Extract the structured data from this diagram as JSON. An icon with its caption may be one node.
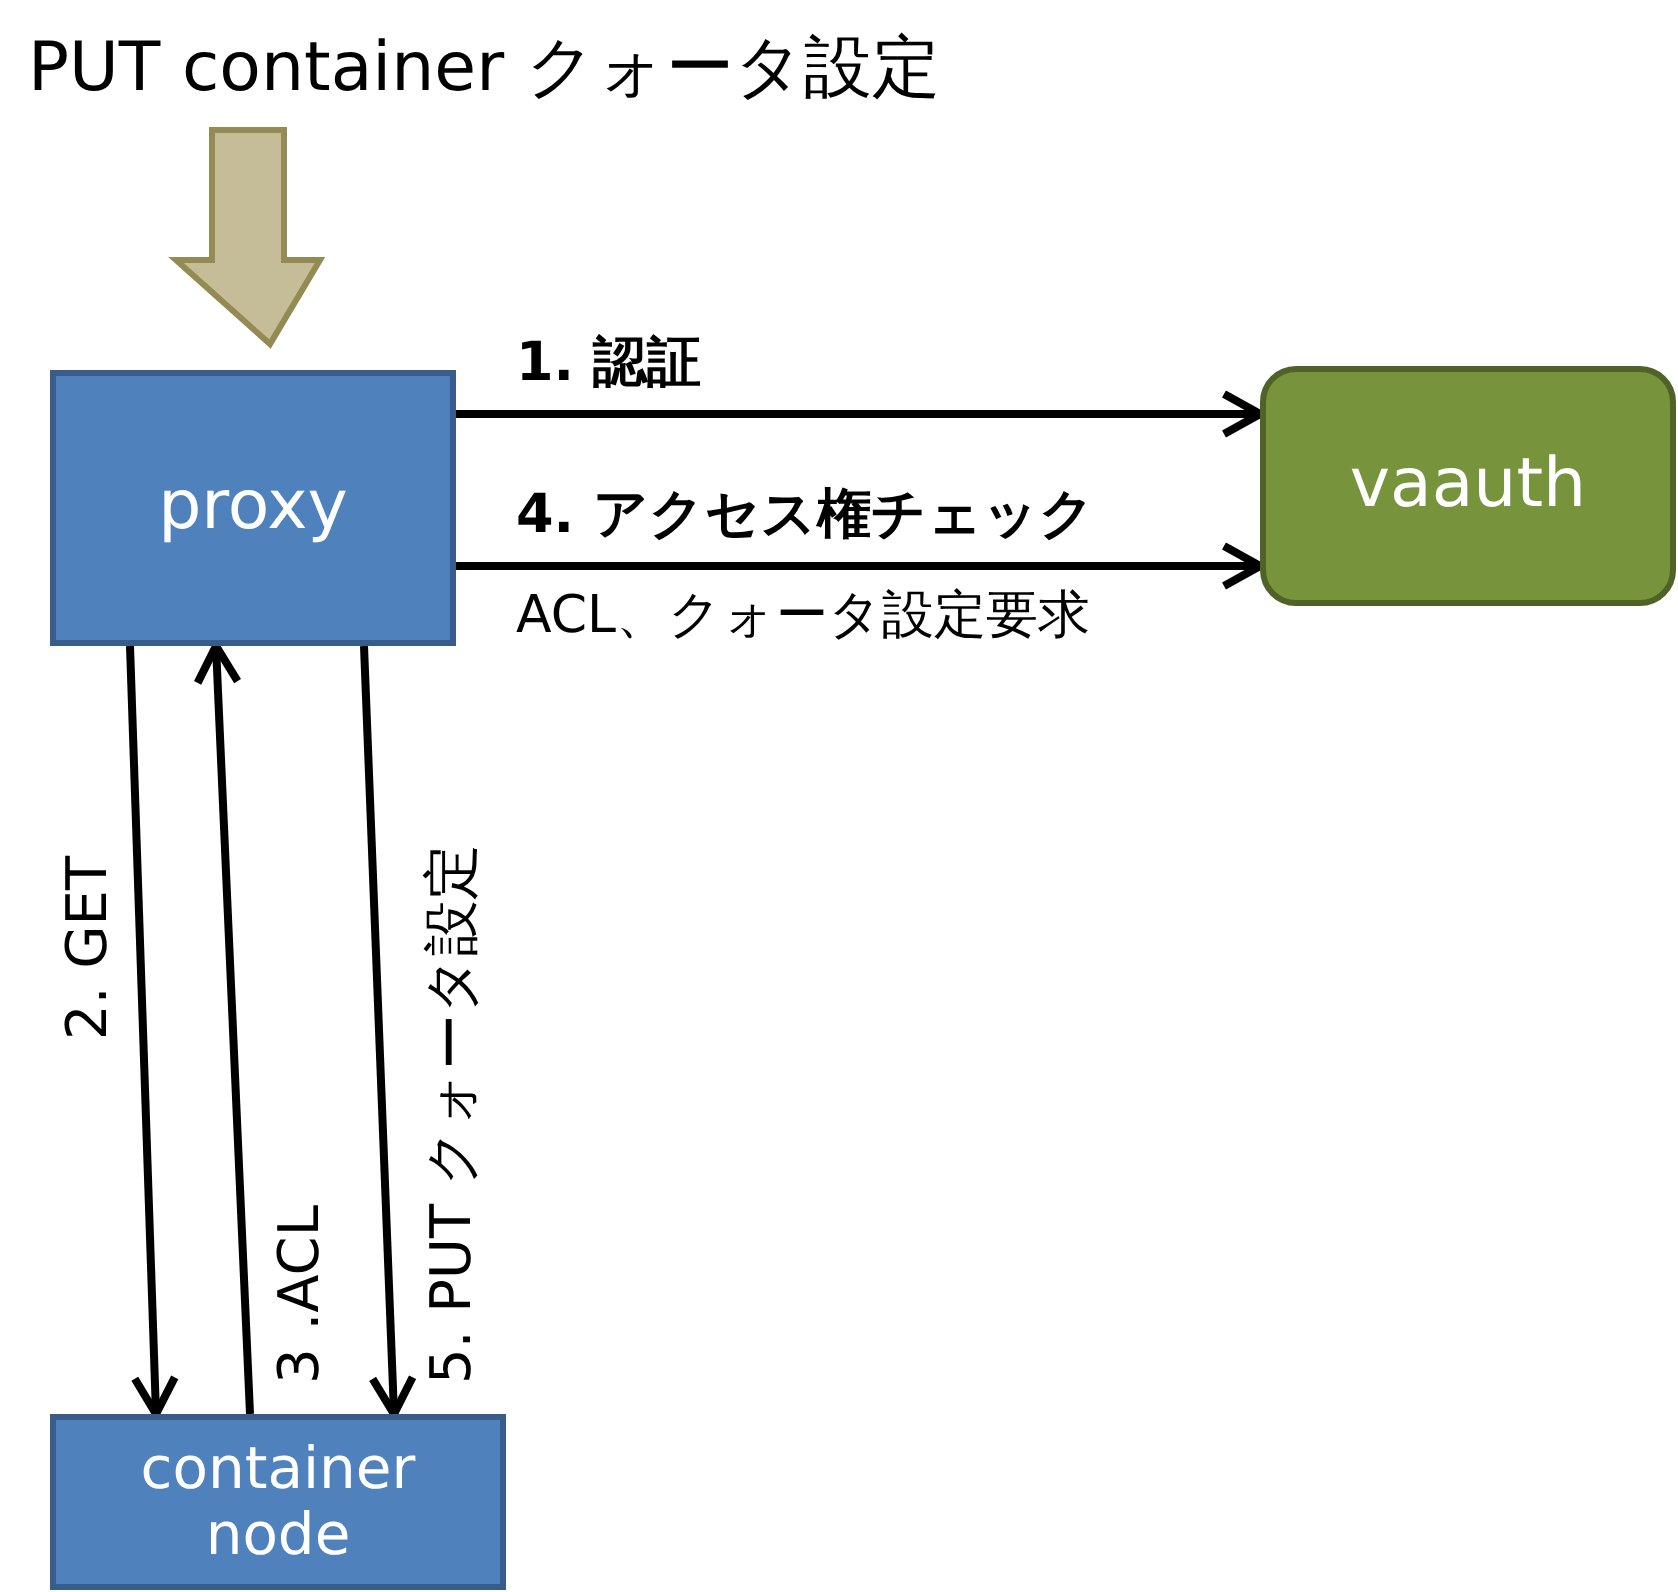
{
  "diagram": {
    "nodes": [
      {
        "text": [
          "PUT container クォータ設定"
        ]
      },
      {
        "text": [
          "proxy"
        ]
      },
      {
        "text": [
          "vaauth"
        ]
      },
      {
        "text": [
          "container node"
        ]
      }
    ],
    "edges": [
      {
        "from": 0,
        "to": 1,
        "arrow": "to",
        "style": "thick",
        "color": "#c4bd97"
      },
      {
        "from": 1,
        "to": 2,
        "arrow": "to",
        "label": "1. 認証"
      },
      {
        "from": 1,
        "to": 2,
        "arrow": "to",
        "label": "4. アクセス権チェック"
      },
      {
        "from": 1,
        "to": 3,
        "arrow": "to",
        "label": "2. GET"
      },
      {
        "from": 3,
        "to": 1,
        "arrow": "to",
        "label": "3 .ACL"
      },
      {
        "from": 1,
        "to": 3,
        "arrow": "to",
        "label": "5. PUT クォータ設定"
      }
    ],
    "labels": [
      "ACL、クォータ設定要求"
    ]
  }
}
